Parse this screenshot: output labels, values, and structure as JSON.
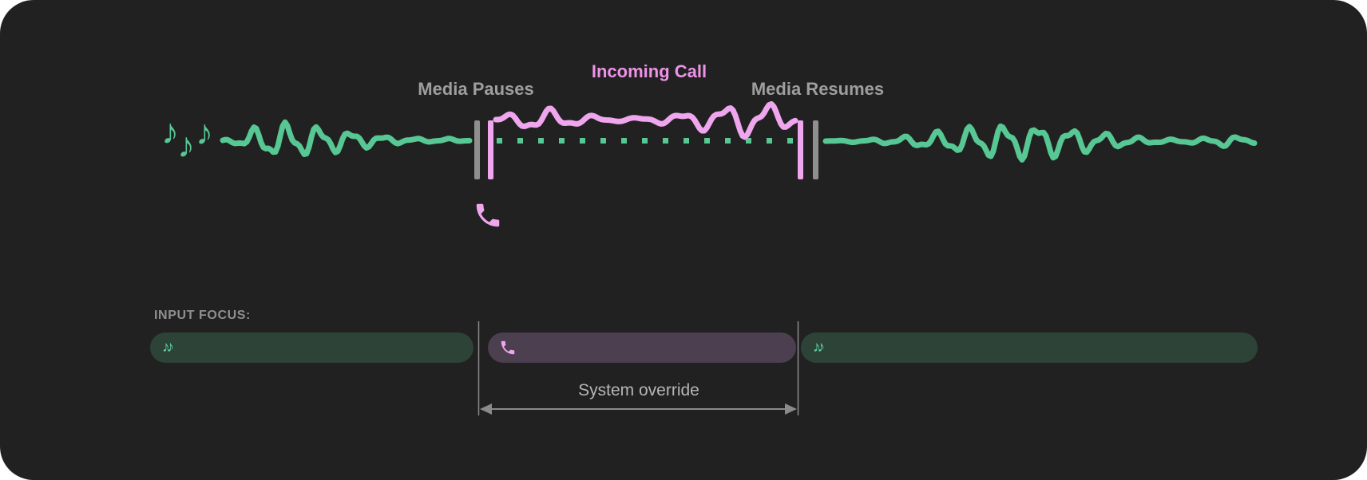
{
  "colors": {
    "page_bg": "#ffffff",
    "panel_bg": "#212121",
    "media_green": "#57c794",
    "media_green_bright": "#5fd3a2",
    "call_pink": "#f0a6ee",
    "call_pink_text": "#ee93e7",
    "pause_bar_gray": "#8f8f8f",
    "label_gray": "#9e9e9e",
    "heading_gray": "#8f8f8f",
    "annotation_gray": "#b5b5b5",
    "guide_gray": "#8a8a8a",
    "focus_media_bg": "#2d4337",
    "focus_call_bg": "#4c3f50"
  },
  "timeline": {
    "media_pauses_label": "Media Pauses",
    "incoming_call_label": "Incoming Call",
    "media_resumes_label": "Media Resumes"
  },
  "input_focus": {
    "heading": "INPUT FOCUS:",
    "annotation": "System override",
    "segments": [
      {
        "type": "media",
        "icon": "music-notes-icon"
      },
      {
        "type": "call",
        "icon": "phone-icon"
      },
      {
        "type": "media",
        "icon": "music-notes-icon"
      }
    ]
  },
  "icons": {
    "music_note": "♪"
  }
}
